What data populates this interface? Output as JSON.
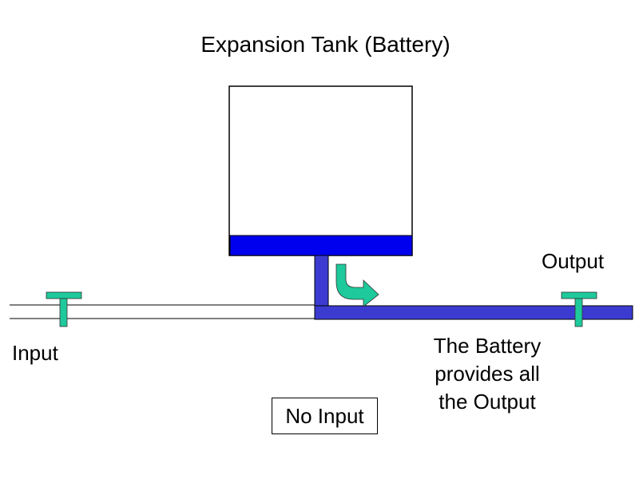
{
  "title": "Expansion Tank (Battery)",
  "labels": {
    "input": "Input",
    "output": "Output",
    "no_input": "No Input",
    "battery_note": [
      "The Battery",
      "provides all",
      "the Output"
    ]
  },
  "colors": {
    "water": "#0000ee",
    "pipe_fill": "#3b3bd2",
    "valve": "#1ec99b",
    "outline": "#000000",
    "background": "#ffffff"
  }
}
